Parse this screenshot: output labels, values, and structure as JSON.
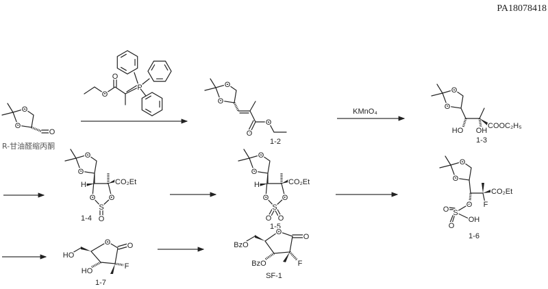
{
  "document_id": "PA18078418",
  "reagents": {
    "step1_ylide": {
      "atoms": [
        "O",
        "O",
        "P"
      ]
    },
    "step2": "KMnO₄"
  },
  "compounds": {
    "start": {
      "label": "R-甘油醛缩丙酮",
      "atoms": [
        "O",
        "O",
        "O"
      ]
    },
    "c1_2": {
      "label": "1-2",
      "atoms": [
        "O",
        "O",
        "O",
        "O"
      ]
    },
    "c1_3": {
      "label": "1-3",
      "atoms": [
        "O",
        "O",
        "HO",
        "OH",
        "COOC₂H₅"
      ]
    },
    "c1_4": {
      "label": "1-4",
      "atoms": [
        "O",
        "O",
        "H",
        "CO₂Et",
        "O",
        "O",
        "S",
        "O"
      ]
    },
    "c1_5": {
      "label": "1-5",
      "atoms": [
        "O",
        "O",
        "H",
        "CO₂Et",
        "O",
        "O",
        "S",
        "O",
        "O"
      ]
    },
    "c1_6": {
      "label": "1-6",
      "atoms": [
        "O",
        "O",
        "CO₂Et",
        "F",
        "O",
        "S",
        "O",
        "O",
        "OH"
      ]
    },
    "c1_7": {
      "label": "1-7",
      "atoms": [
        "HO",
        "O",
        "O",
        "HO",
        "F"
      ]
    },
    "sf_1": {
      "label": "SF-1",
      "atoms": [
        "BzO",
        "O",
        "O",
        "BzO",
        "F"
      ]
    }
  }
}
